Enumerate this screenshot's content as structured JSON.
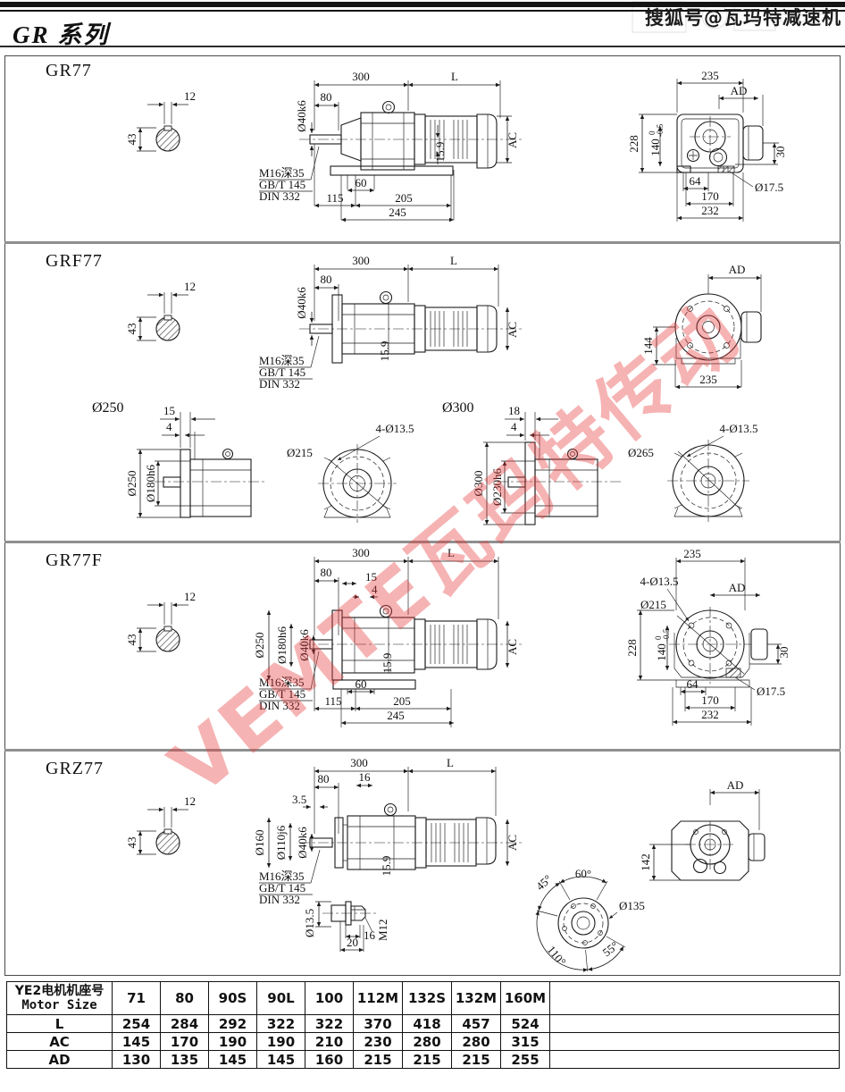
{
  "header": {
    "title": "GR 系列",
    "watermark": "搜狐号@瓦玛特减速机"
  },
  "watermark": {
    "text": "VEMTE瓦玛特传动"
  },
  "gr77": {
    "label": "GR77",
    "k12": "12",
    "k43": "43",
    "l300": "300",
    "lL": "L",
    "l80": "80",
    "dia40": "Ø40k6",
    "key": "15.9",
    "ac": "AC",
    "thread": "M16深35",
    "std1": "GB/T 145",
    "std2": "DIN 332",
    "d60": "60",
    "d115": "115",
    "d205": "205",
    "d245": "245",
    "e235": "235",
    "ead": "AD",
    "e228": "228",
    "e140": "140",
    "etolu": "0",
    "etold": "-0.5",
    "e30": "30",
    "e64": "64",
    "e170": "170",
    "e232": "232",
    "ehole": "Ø17.5"
  },
  "grf77": {
    "label": "GRF77",
    "k12": "12",
    "k43": "43",
    "l300": "300",
    "lL": "L",
    "l80": "80",
    "dia40": "Ø40k6",
    "key": "15.9",
    "ac": "AC",
    "thread": "M16深35",
    "std1": "GB/T 145",
    "std2": "DIN 332",
    "ead": "AD",
    "e144": "144",
    "e235": "235"
  },
  "f250": {
    "label": "Ø250",
    "d15": "15",
    "d4": "4",
    "dia250": "Ø250",
    "dia180": "Ø180h6",
    "holes": "4-Ø13.5",
    "dia215": "Ø215"
  },
  "f300": {
    "label": "Ø300",
    "d18": "18",
    "d4": "4",
    "dia300": "Ø300",
    "dia230": "Ø230h6",
    "holes": "4-Ø13.5",
    "dia265": "Ø265"
  },
  "gr77f": {
    "label": "GR77F",
    "k12": "12",
    "k43": "43",
    "l300": "300",
    "lL": "L",
    "l80": "80",
    "d15": "15",
    "d4": "4",
    "dia250": "Ø250",
    "dia180": "Ø180h6",
    "dia40": "Ø40k6",
    "key": "15.9",
    "ac": "AC",
    "thread": "M16深35",
    "std1": "GB/T 145",
    "std2": "DIN 332",
    "d60": "60",
    "d115": "115",
    "d205": "205",
    "d245": "245",
    "e235": "235",
    "eholes": "4-Ø13.5",
    "ead": "AD",
    "edia215": "Ø215",
    "e228": "228",
    "e140": "140",
    "etolu": "0",
    "etold": "-0.5",
    "e30": "30",
    "e64": "64",
    "e170": "170",
    "e232": "232",
    "ehole": "Ø17.5"
  },
  "grz77": {
    "label": "GRZ77",
    "k12": "12",
    "k43": "43",
    "l300": "300",
    "lL": "L",
    "l80": "80",
    "d16": "16",
    "d35": "3.5",
    "dia160": "Ø160",
    "dia110": "Ø110j6",
    "dia40": "Ø40k6",
    "key": "15.9",
    "ac": "AC",
    "thread": "M16深35",
    "std1": "GB/T 145",
    "std2": "DIN 332",
    "s135": "Ø13.5",
    "s16": "16",
    "s20": "20",
    "sm12": "M12",
    "a60": "60°",
    "a45": "45°",
    "a110": "110°",
    "a55": "55°",
    "a135": "Ø135",
    "ead": "AD",
    "e142": "142"
  },
  "table": {
    "h1": "YE2电机机座号",
    "h2": "Motor Size",
    "cols": [
      "71",
      "80",
      "90S",
      "90L",
      "100",
      "112M",
      "132S",
      "132M",
      "160M"
    ],
    "rows": [
      {
        "label": "L",
        "v": [
          "254",
          "284",
          "292",
          "322",
          "322",
          "370",
          "418",
          "457",
          "524"
        ]
      },
      {
        "label": "AC",
        "v": [
          "145",
          "170",
          "190",
          "190",
          "210",
          "230",
          "280",
          "280",
          "315"
        ]
      },
      {
        "label": "AD",
        "v": [
          "130",
          "135",
          "145",
          "145",
          "160",
          "215",
          "215",
          "215",
          "255"
        ]
      }
    ]
  }
}
